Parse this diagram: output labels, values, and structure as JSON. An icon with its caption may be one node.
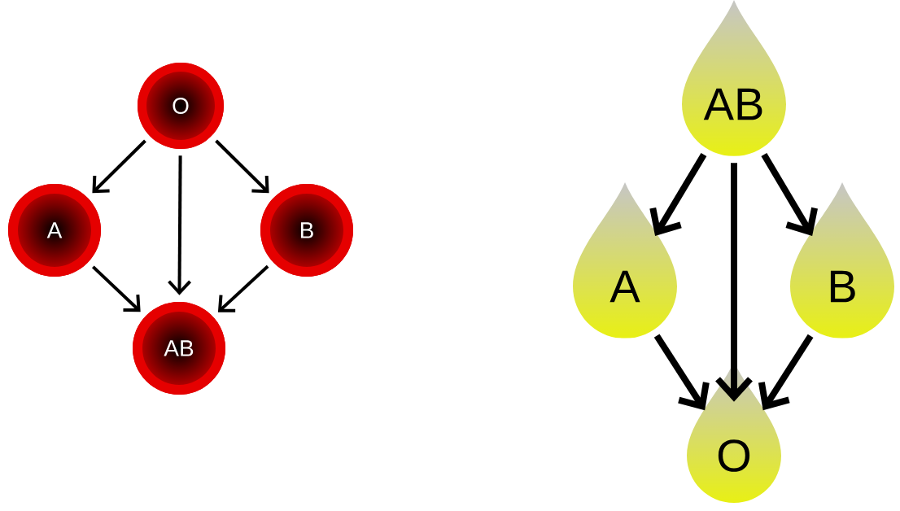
{
  "diagram": {
    "nodes": [
      {
        "text": [
          "O"
        ]
      },
      {
        "text": [
          "A"
        ]
      },
      {
        "text": [
          "B"
        ]
      },
      {
        "text": [
          "AB"
        ]
      },
      {
        "text": [
          "AB"
        ]
      },
      {
        "text": [
          "A"
        ]
      },
      {
        "text": [
          "B"
        ]
      },
      {
        "text": [
          "O"
        ]
      }
    ],
    "edges": [
      {
        "from": 0,
        "to": 1,
        "arrow": "to"
      },
      {
        "from": 0,
        "to": 3,
        "arrow": "to"
      },
      {
        "from": 0,
        "to": 2,
        "arrow": "to"
      },
      {
        "from": 1,
        "to": 3,
        "arrow": "to"
      },
      {
        "from": 2,
        "to": 3,
        "arrow": "to"
      },
      {
        "from": 4,
        "to": 5,
        "arrow": "to",
        "style": "thick"
      },
      {
        "from": 4,
        "to": 7,
        "arrow": "to",
        "style": "thick"
      },
      {
        "from": 4,
        "to": 6,
        "arrow": "to",
        "style": "thick"
      },
      {
        "from": 5,
        "to": 7,
        "arrow": "to",
        "style": "thick"
      },
      {
        "from": 6,
        "to": 7,
        "arrow": "to",
        "style": "thick"
      }
    ]
  }
}
